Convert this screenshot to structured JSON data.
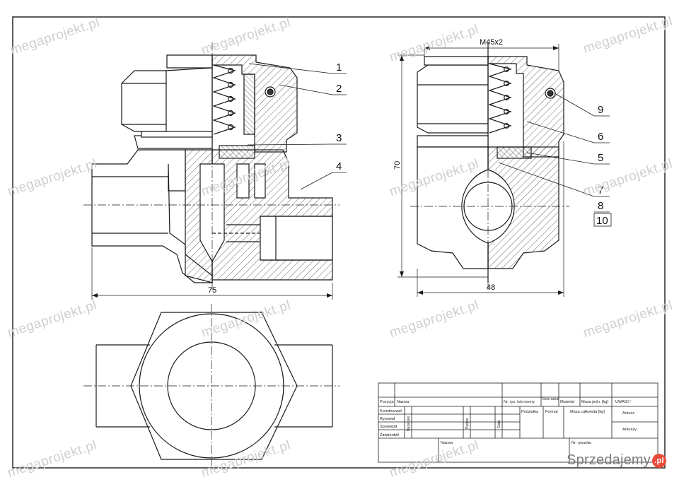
{
  "watermark": "megaprojekt.pl",
  "brand": {
    "name": "Sprzedajemy",
    "badge": ".pl"
  },
  "callouts": [
    "1",
    "2",
    "3",
    "4",
    "5",
    "6",
    "7",
    "8",
    "9",
    "10"
  ],
  "dimensions": {
    "width_left": "75",
    "width_right": "48",
    "height_right": "70",
    "thread": "M45x2"
  },
  "title_block": {
    "header": {
      "pozycja": "Pozycja",
      "nazwa": "Nazwa",
      "nr_rys": "Nr. rys. lub normy",
      "ilosc": "Ilość sztuk",
      "material": "Materiał",
      "masa_jedn": "Masa jedn. [kg]",
      "uwagi": "UWAGI !"
    },
    "rows": {
      "konstruowal": "Konstruował",
      "rysowal": "Rysował",
      "sprawdzil": "Sprawdził",
      "zatwierdzil": "Zatwierdził"
    },
    "vertical": {
      "nazwisko": "Nazwisko",
      "podpis": "Podpis",
      "data": "Data"
    },
    "cells": {
      "podzialka": "Podziałka",
      "format": "Format",
      "masa_calkowita": "Masa całkowita [kg]",
      "arkusz": "Arkusz",
      "arkuszy": "Arkuszy",
      "nazwa": "Nazwa",
      "nr_rysunku": "Nr. rysunku"
    }
  },
  "colors": {
    "line": "#1a1a1a",
    "hatch": "#444444",
    "watermark": "#cfcfcf",
    "badge": "#e94b3c"
  }
}
